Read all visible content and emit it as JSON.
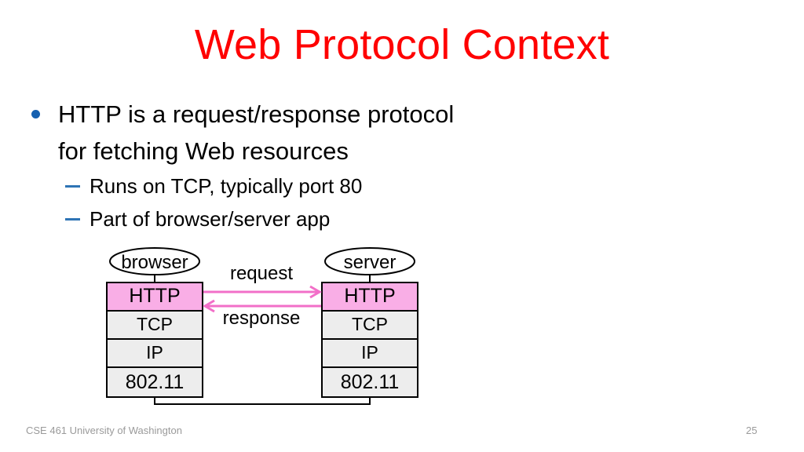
{
  "slide": {
    "title": "Web Protocol Context",
    "title_color": "#FF0000",
    "page_number": "25",
    "footer": "CSE 461 University of Washington"
  },
  "bullets": {
    "level1": {
      "line1": "HTTP is a request/response protocol",
      "line2": "for fetching Web resources",
      "marker_color": "#1560B0"
    },
    "level2": [
      {
        "text": "Runs on TCP, typically port 80"
      },
      {
        "text": "Part of browser/server app"
      }
    ],
    "dash_color": "#2E74B5"
  },
  "diagram": {
    "left_node": {
      "label": "browser",
      "layers": [
        "HTTP",
        "TCP",
        "IP",
        "802.11"
      ]
    },
    "right_node": {
      "label": "server",
      "layers": [
        "HTTP",
        "TCP",
        "IP",
        "802.11"
      ]
    },
    "messages": {
      "request_label": "request",
      "response_label": "response"
    },
    "colors": {
      "highlight_fill": "#F9AEE6",
      "layer_fill": "#EDEDED",
      "stroke": "#000000",
      "arrow": "#F26FC8"
    }
  }
}
